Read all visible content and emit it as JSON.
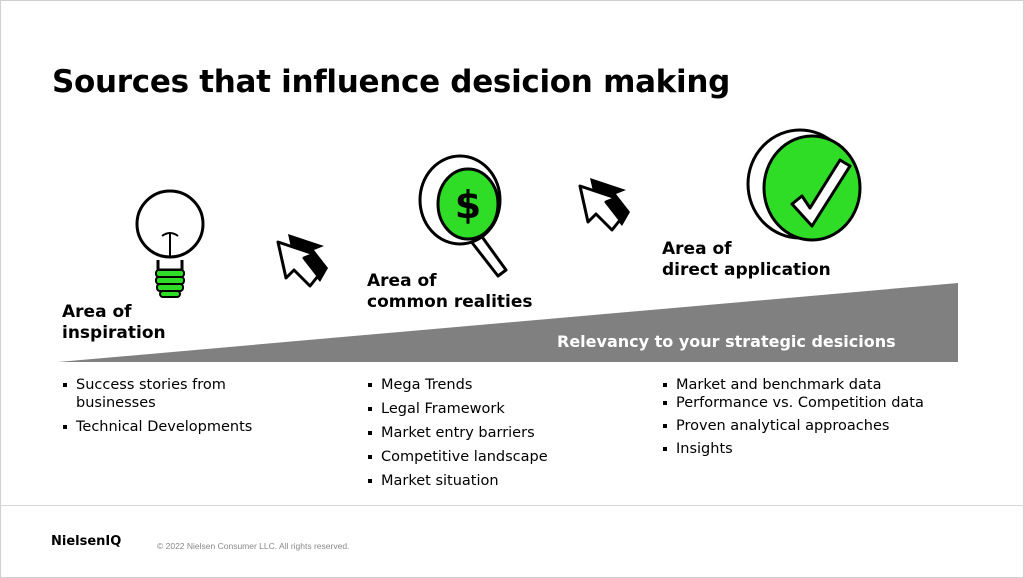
{
  "slide": {
    "title": "Sources that influence desicion making",
    "relevancy_label": "Relevancy to your strategic desicions"
  },
  "areas": [
    {
      "label_line1": "Area of",
      "label_line2": "inspiration",
      "icon": "lightbulb-icon",
      "bullets": [
        "Success stories from businesses",
        "Technical Developments"
      ]
    },
    {
      "label_line1": "Area of",
      "label_line2": "common realities",
      "icon": "magnifier-dollar-icon",
      "bullets": [
        "Mega Trends",
        "Legal Framework",
        "Market entry barriers",
        "Competitive landscape",
        "Market situation"
      ]
    },
    {
      "label_line1": "Area of",
      "label_line2": "direct application",
      "icon": "checkmark-circle-icon",
      "bullets": [
        "Market and benchmark data",
        "Performance vs. Competition data",
        "Proven analytical approaches",
        "Insights"
      ]
    }
  ],
  "footer": {
    "logo": "NielsenIQ",
    "copyright": "© 2022 Nielsen Consumer LLC. All rights reserved."
  },
  "colors": {
    "accent_green": "#2fdc26",
    "wedge_gray": "#808080",
    "text": "#000000"
  }
}
